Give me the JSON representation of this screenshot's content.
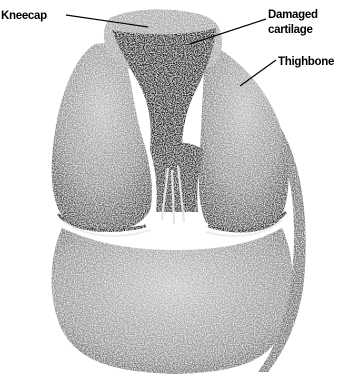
{
  "labels": {
    "kneecap": "Kneecap",
    "damaged_line1": "Damaged",
    "damaged_line2": "cartilage",
    "thighbone": "Thighbone"
  },
  "colors": {
    "background": "#ffffff",
    "ink": "#000000",
    "bone_fill": "#9a9a9a",
    "dark_region": "#1a1a1a"
  }
}
